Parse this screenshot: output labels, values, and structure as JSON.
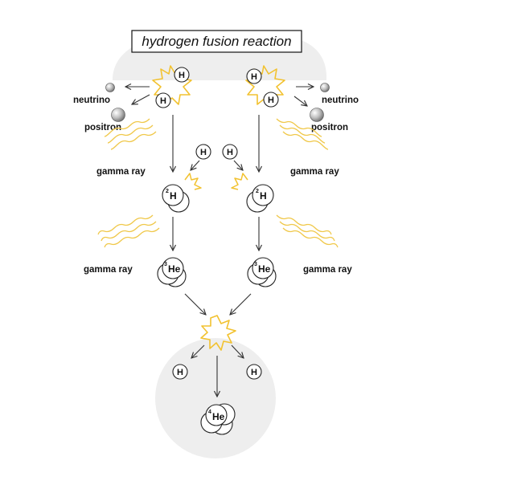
{
  "title": "hydrogen fusion reaction",
  "particles": {
    "h": "H",
    "deuterium": {
      "symbol": "H",
      "mass": "2"
    },
    "helium3": {
      "symbol": "He",
      "mass": "3"
    },
    "helium4": {
      "symbol": "He",
      "mass": "4"
    }
  },
  "labels": {
    "neutrino": "neutrino",
    "positron": "positron",
    "gamma_ray": "gamma ray"
  },
  "colors": {
    "background_blob": "#eeeeee",
    "reaction_flash": "#f2c230",
    "gamma_wave": "#f0c84a",
    "line": "#333333"
  }
}
